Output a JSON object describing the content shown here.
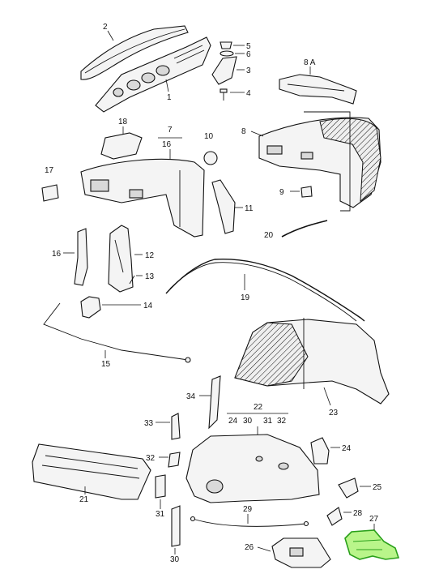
{
  "labels": {
    "p1": "1",
    "p2": "2",
    "p3": "3",
    "p4": "4",
    "p5": "5",
    "p6": "6",
    "p7": "7",
    "p8": "8",
    "p8a": "8 A",
    "p9": "9",
    "p10": "10",
    "p11": "11",
    "p12": "12",
    "p13": "13",
    "p14": "14",
    "p15": "15",
    "p16a": "16",
    "p16b": "16",
    "p17": "17",
    "p18": "18",
    "p19": "19",
    "p20": "20",
    "p21": "21",
    "p22": "22",
    "p22_24": "24",
    "p22_30": "30",
    "p22_31": "31",
    "p22_32": "32",
    "p23": "23",
    "p24": "24",
    "p25": "25",
    "p26": "26",
    "p27": "27",
    "p28": "28",
    "p29": "29",
    "p30": "30",
    "p31": "31",
    "p32": "32",
    "p33": "33",
    "p34": "34"
  },
  "highlight": {
    "part": "27",
    "color": "#b9f58a"
  }
}
